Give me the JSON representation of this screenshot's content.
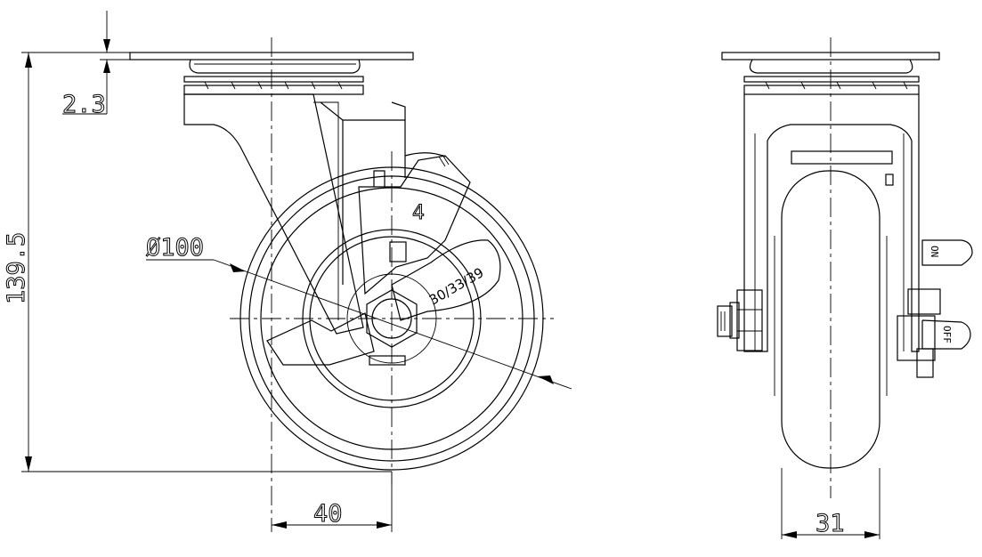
{
  "dimensions": {
    "plate_thickness": "2.3",
    "overall_height": "139.5",
    "wheel_diameter": "Ø100",
    "swivel_offset": "40",
    "wheel_width": "31"
  },
  "markings": {
    "brake_number": "4",
    "brake_sizes": "30/33/39",
    "brake_on": "ON",
    "brake_off": "OFF"
  }
}
